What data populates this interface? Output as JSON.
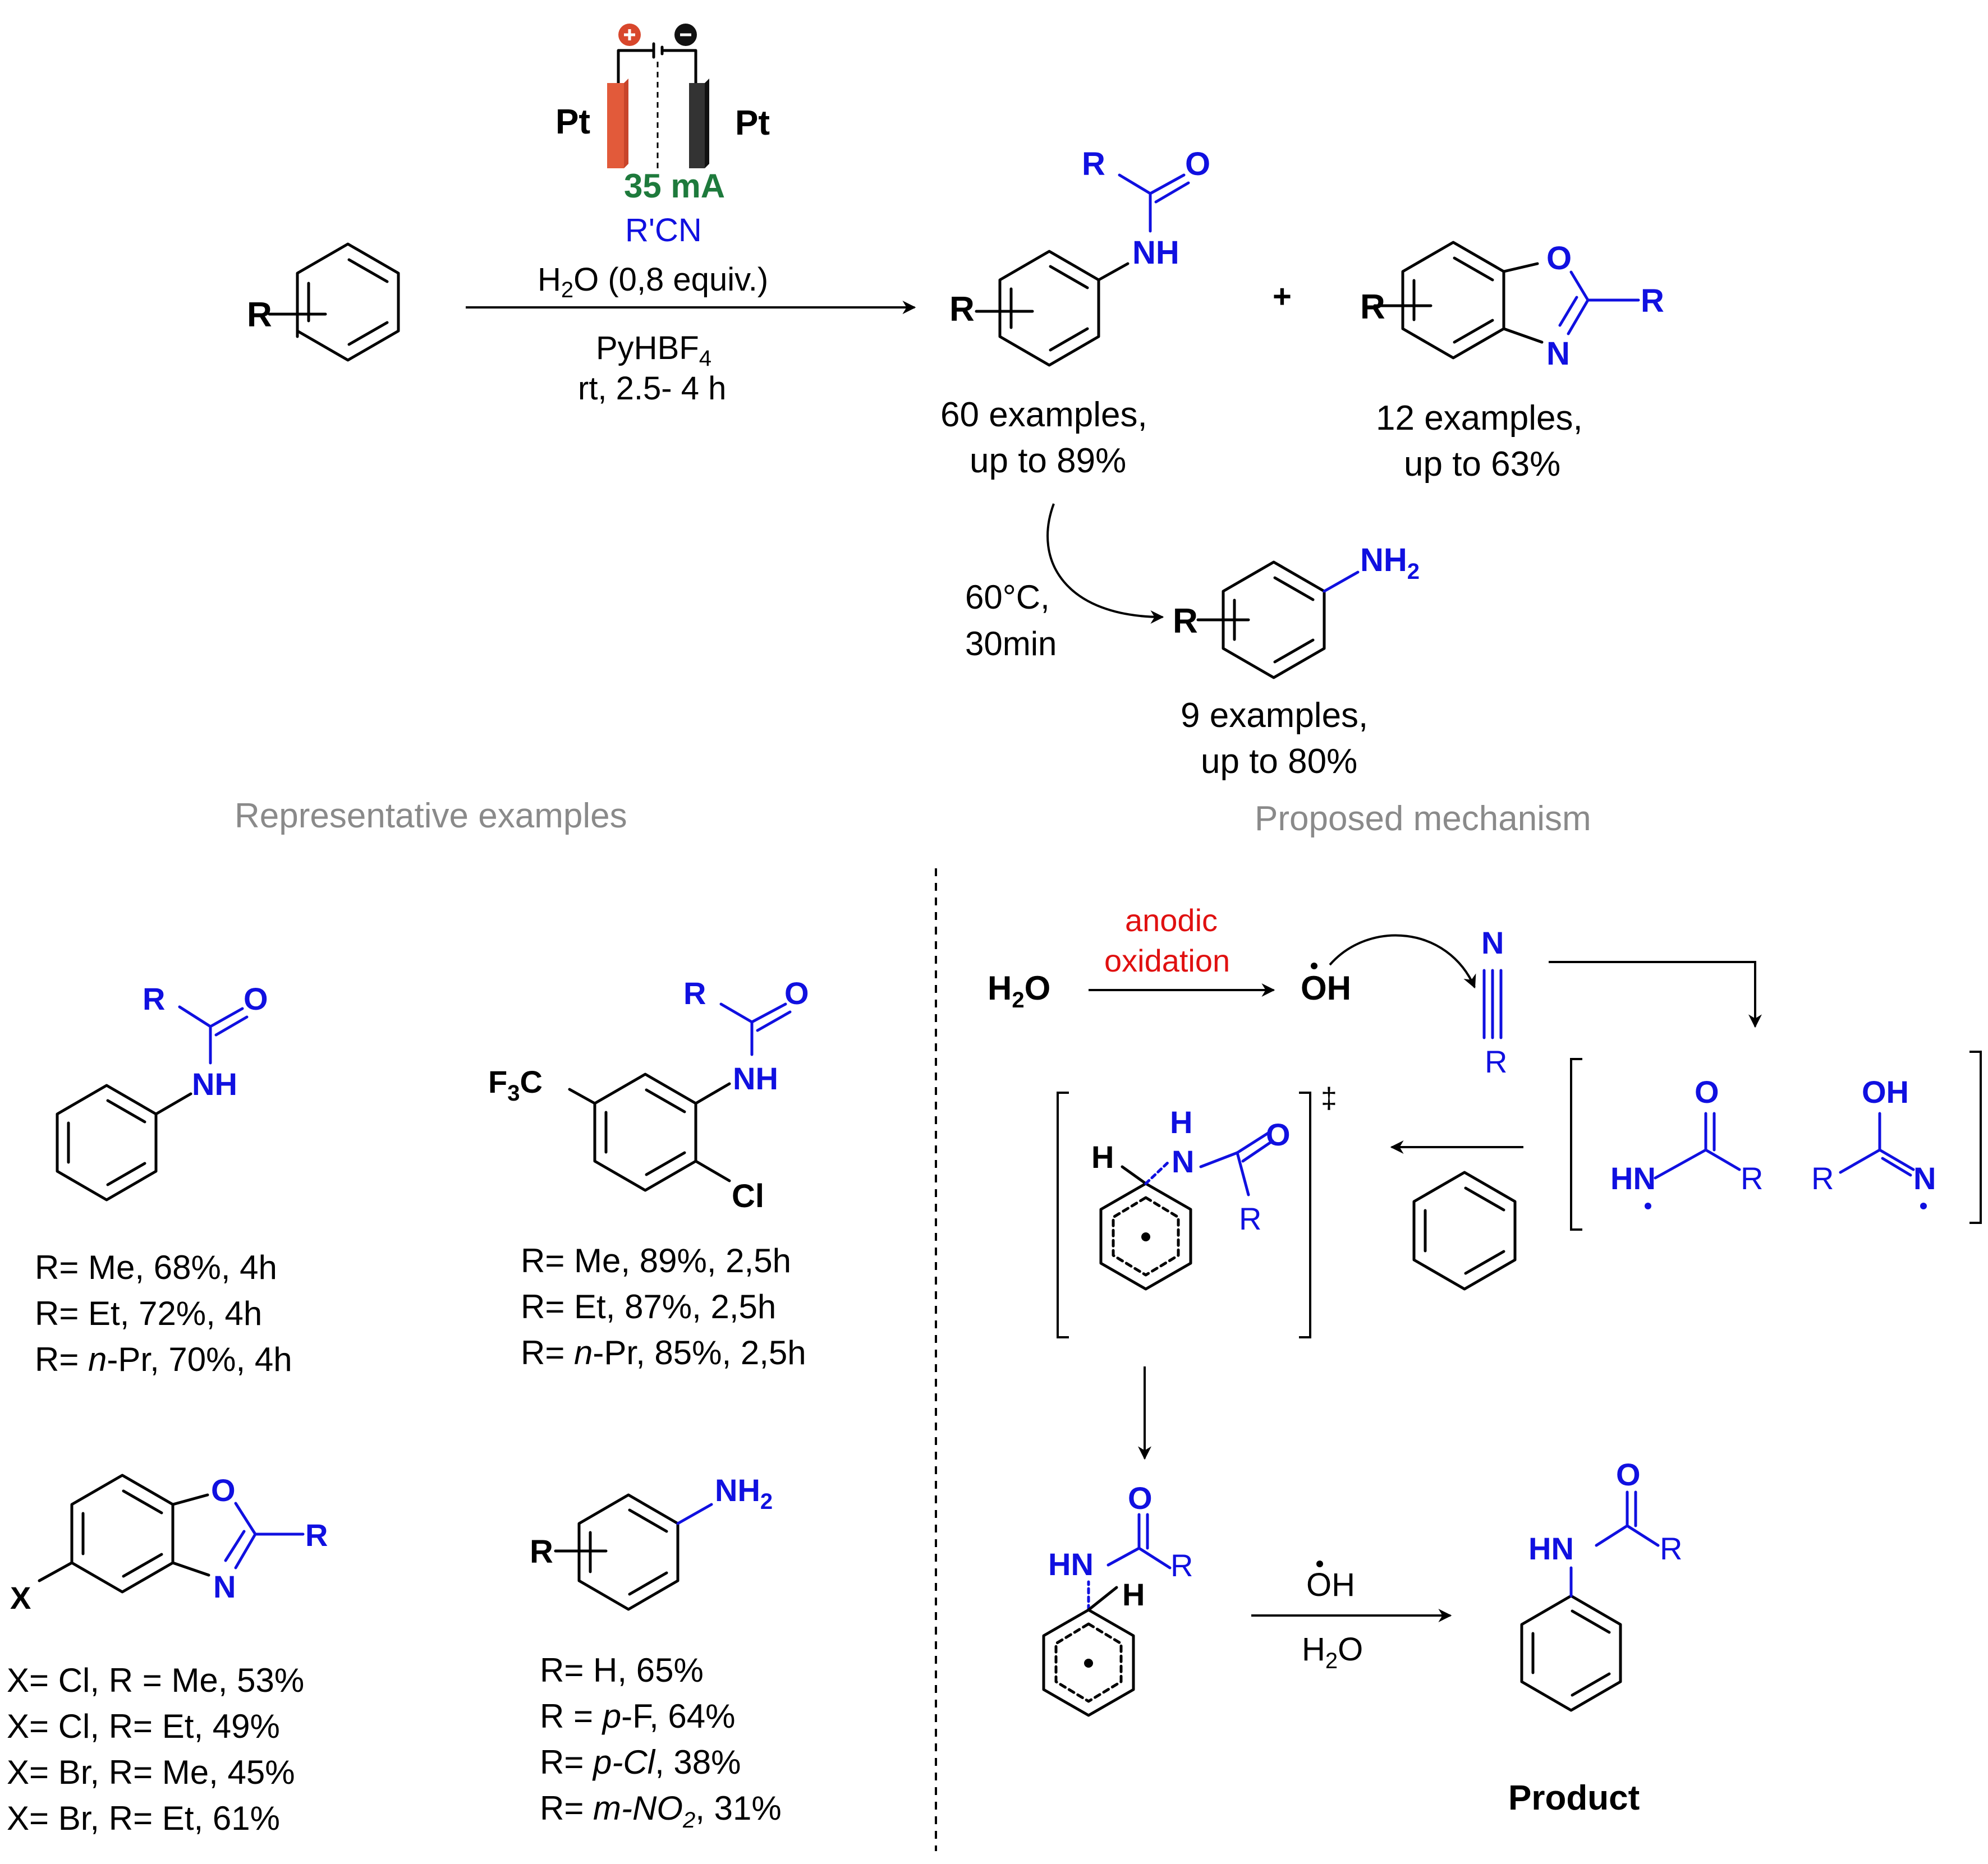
{
  "reaction": {
    "electrode_left": "Pt",
    "electrode_right": "Pt",
    "current": "35 mA",
    "reagent_nitrile": "R'CN",
    "water": "H",
    "water_tail": "O (0,8 equiv.)",
    "additive": "PyHBF",
    "additive_sub": "4",
    "conditions": "rt, 2.5- 4 h",
    "plus": "+",
    "amide_examples_l1": "60 examples,",
    "amide_examples_l2": "up to 89%",
    "benzox_examples_l1": "12 examples,",
    "benzox_examples_l2": "up to 63%",
    "hydrolysis_l1": "60°C,",
    "hydrolysis_l2": "30min",
    "aniline_examples_l1": "9 examples,",
    "aniline_examples_l2": "up to 80%"
  },
  "sections": {
    "left_title": "Representative examples",
    "right_title": "Proposed mechanism"
  },
  "examples": {
    "anilide_1": [
      "R= Me, 68%, 4h",
      "R= Et, 72%, 4h",
      "R= n-Pr, 70%, 4h"
    ],
    "anilide_2": [
      "R= Me, 89%, 2,5h",
      "R= Et, 87%, 2,5h",
      "R= n-Pr, 85%, 2,5h"
    ],
    "benzoxazole": [
      "X= Cl, R = Me, 53%",
      "X= Cl, R= Et, 49%",
      "X= Br, R= Me, 45%",
      "X= Br, R= Et, 61%"
    ],
    "aniline": [
      "R= H, 65%",
      "R = p-F, 64%",
      "R= p-Cl, 38%",
      "R= m-NO2, 31%"
    ]
  },
  "mechanism": {
    "anodic_l1": "anodic",
    "anodic_l2": "oxidation",
    "hydroxyl": "OH",
    "dagger": "‡",
    "product_label": "Product"
  },
  "labels": {
    "R": "R",
    "O": "O",
    "NH": "NH",
    "N": "N",
    "H": "H",
    "HN": "HN",
    "Cl": "Cl",
    "X": "X",
    "F3C": "F",
    "F3C_sub": "3",
    "F3C_tail": "C",
    "NH2": "NH",
    "NH2_sub": "2",
    "H2O_h": "H",
    "H2O_sub": "2",
    "H2O_o": "O",
    "OH": "OH"
  }
}
